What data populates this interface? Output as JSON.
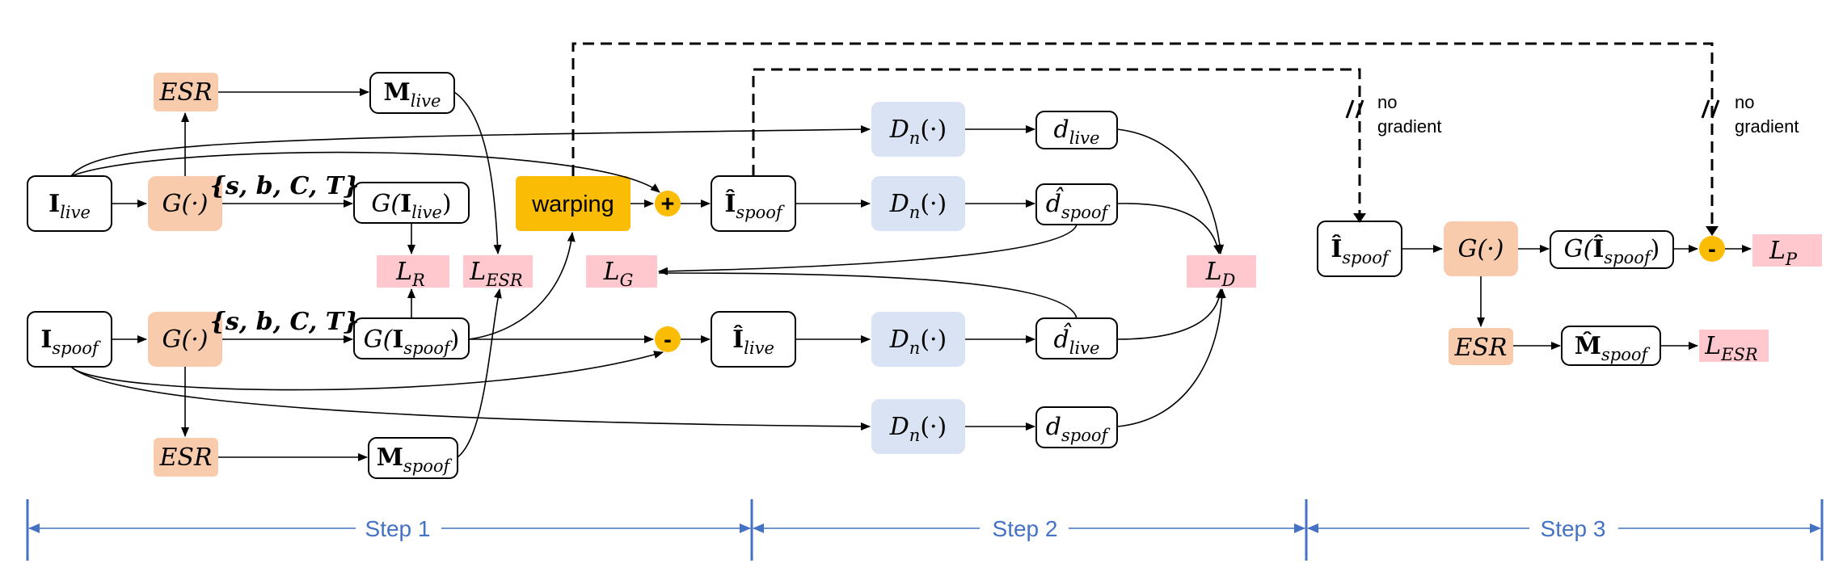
{
  "nodes": {
    "i_live": {
      "base": "I",
      "sub": "live"
    },
    "i_spoof": {
      "base": "I",
      "sub": "spoof"
    },
    "g_top": "G(·)",
    "g_bottom": "G(·)",
    "g_step3": "G(·)",
    "esr_top": "ESR",
    "esr_bottom": "ESR",
    "esr_step3": "ESR",
    "m_live": {
      "base": "M",
      "sub": "live"
    },
    "m_spoof": {
      "base": "M",
      "sub": "spoof"
    },
    "params_top": "{s, b, C, T}",
    "params_bottom": "{s, b, C, T}",
    "g_i_live": {
      "prefix": "G(",
      "base": "I",
      "sub": "live",
      "suffix": ")"
    },
    "g_i_spoof": {
      "prefix": "G(",
      "base": "I",
      "sub": "spoof",
      "suffix": ")"
    },
    "warping": "warping",
    "plus_op": "+",
    "minus_op": "-",
    "minus_op_step3": "-",
    "ihat_spoof": {
      "base": "Î",
      "sub": "spoof"
    },
    "ihat_live": {
      "base": "Î",
      "sub": "live"
    },
    "ihat_spoof_step3": {
      "base": "Î",
      "sub": "spoof"
    },
    "dn_1": "D",
    "dn_2": "D",
    "dn_3": "D",
    "dn_4": "D",
    "dn_sub": "n",
    "dn_arg": "(·)",
    "d_live": {
      "base": "d",
      "sub": "live"
    },
    "dhat_spoof": {
      "base": "d̂",
      "sub": "spoof"
    },
    "dhat_live": {
      "base": "d̂",
      "sub": "live"
    },
    "d_spoof": {
      "base": "d",
      "sub": "spoof"
    },
    "g_ihat_spoof": {
      "prefix": "G(",
      "base": "Î",
      "sub": "spoof",
      "suffix": ")"
    },
    "mhat_spoof": {
      "base": "M̂",
      "sub": "spoof"
    }
  },
  "losses": {
    "l_r": {
      "base": "L",
      "sub": "R"
    },
    "l_esr": {
      "base": "L",
      "sub": "ESR"
    },
    "l_g": {
      "base": "L",
      "sub": "G"
    },
    "l_d": {
      "base": "L",
      "sub": "D"
    },
    "l_p": {
      "base": "L",
      "sub": "P"
    },
    "l_esr_step3": {
      "base": "L",
      "sub": "ESR"
    }
  },
  "annotations": {
    "no_gradient_1_line1": "no",
    "no_gradient_1_line2": "gradient",
    "no_gradient_2_line1": "no",
    "no_gradient_2_line2": "gradient"
  },
  "steps": [
    "Step 1",
    "Step 2",
    "Step 3"
  ],
  "colors": {
    "generator": "#f8cbad",
    "discriminator": "#dae3f3",
    "loss": "#ffc7ce",
    "operator": "#fbbc05",
    "step_axis": "#4472c4"
  }
}
